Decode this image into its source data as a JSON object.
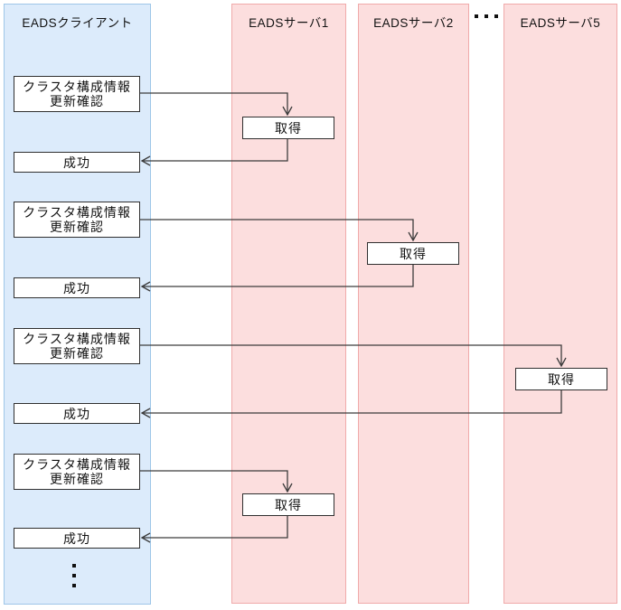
{
  "diagram": {
    "lanes": [
      {
        "label": "EADSクライアント",
        "role": "client"
      },
      {
        "label": "EADSサーバ1",
        "role": "server"
      },
      {
        "label": "EADSサーバ2",
        "role": "server"
      },
      {
        "label": "EADSサーバ5",
        "role": "server"
      }
    ],
    "labels": {
      "request_line1": "クラスタ構成情報",
      "request_line2": "更新確認",
      "acquire": "取得",
      "success": "成功",
      "ellipsis_horizontal": "・・・",
      "ellipsis_vertical": "・・・"
    },
    "interactions": [
      {
        "step": 1,
        "from": "EADSクライアント",
        "to": "EADSサーバ1",
        "request": "クラスタ構成情報 更新確認",
        "server_action": "取得",
        "response": "成功"
      },
      {
        "step": 2,
        "from": "EADSクライアント",
        "to": "EADSサーバ2",
        "request": "クラスタ構成情報 更新確認",
        "server_action": "取得",
        "response": "成功"
      },
      {
        "step": 3,
        "from": "EADSクライアント",
        "to": "EADSサーバ5",
        "request": "クラスタ構成情報 更新確認",
        "server_action": "取得",
        "response": "成功"
      },
      {
        "step": 4,
        "from": "EADSクライアント",
        "to": "EADSサーバ1",
        "request": "クラスタ構成情報 更新確認",
        "server_action": "取得",
        "response": "成功"
      }
    ]
  },
  "colors": {
    "client_lane_fill": "#dcebfb",
    "client_lane_border": "#9ec6e8",
    "server_lane_fill": "#fcdede",
    "server_lane_border": "#f0aaaa",
    "box_border": "#2f2f2f",
    "arrow": "#3c3c3c"
  }
}
